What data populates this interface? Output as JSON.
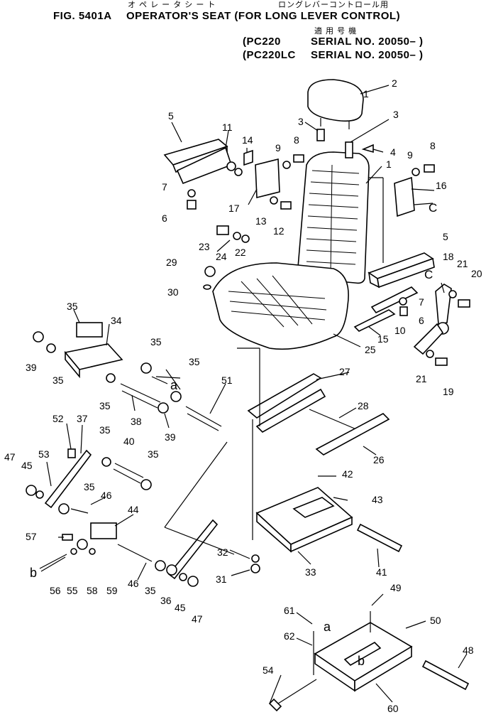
{
  "header": {
    "kana_title": "オ ペ レ ー タ   シ ー ト",
    "kana_subtitle": "ロングレバーコントロール用",
    "fig_no": "FIG. 5401A",
    "title": "OPERATOR'S SEAT (FOR LONG LEVER CONTROL)",
    "applicable_kana": "適 用 号 機",
    "models": [
      {
        "model": "(PC220",
        "serial": "SERIAL NO. 20050– )"
      },
      {
        "model": "(PC220LC",
        "serial": "SERIAL NO. 20050– )"
      }
    ]
  },
  "callouts": {
    "n1": "1",
    "n2": "2",
    "n3a": "3",
    "n3b": "3",
    "n4": "4",
    "n5a": "5",
    "n5b": "5",
    "n6a": "6",
    "n6b": "6",
    "n7a": "7",
    "n7b": "7",
    "n8a": "8",
    "n8b": "8",
    "n9a": "9",
    "n9b": "9",
    "n10": "10",
    "n11": "11",
    "n12": "12",
    "n13": "13",
    "n14": "14",
    "n15": "15",
    "n16": "16",
    "n17": "17",
    "n18": "18",
    "n19": "19",
    "n20": "20",
    "n21a": "21",
    "n21b": "21",
    "n22": "22",
    "n23": "23",
    "n24": "24",
    "n25": "25",
    "n26": "26",
    "n27": "27",
    "n28": "28",
    "n29": "29",
    "n30": "30",
    "n31": "31",
    "n32": "32",
    "n33": "33",
    "n34": "34",
    "n35a": "35",
    "n35b": "35",
    "n35c": "35",
    "n35d": "35",
    "n35e": "35",
    "n35f": "35",
    "n35g": "35",
    "n35h": "35",
    "n35i": "35",
    "n36": "36",
    "n37": "37",
    "n38": "38",
    "n39a": "39",
    "n39b": "39",
    "n40": "40",
    "n41": "41",
    "n42": "42",
    "n43": "43",
    "n44": "44",
    "n45a": "45",
    "n45b": "45",
    "n46a": "46",
    "n46b": "46",
    "n47a": "47",
    "n47b": "47",
    "n48": "48",
    "n49": "49",
    "n50": "50",
    "n51": "51",
    "n52": "52",
    "n53": "53",
    "n54": "54",
    "n55": "55",
    "n56": "56",
    "n57": "57",
    "n58": "58",
    "n59": "59",
    "n60": "60",
    "n61": "61",
    "n62": "62",
    "la1": "a",
    "la2": "a",
    "lb1": "b",
    "lb2": "b",
    "lc1": "C",
    "lc2": "C"
  }
}
